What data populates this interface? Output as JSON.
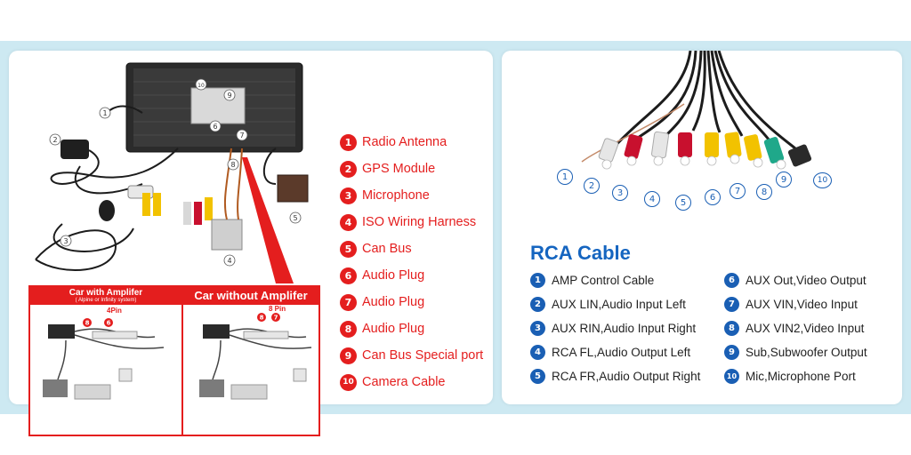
{
  "colors": {
    "accent_red": "#e41e1e",
    "accent_blue": "#1a5fb4",
    "title_blue": "#1565c0",
    "band": "#cde9f2"
  },
  "harness_legend": [
    {
      "num": "1",
      "label": "Radio Antenna"
    },
    {
      "num": "2",
      "label": "GPS Module"
    },
    {
      "num": "3",
      "label": "Microphone"
    },
    {
      "num": "4",
      "label": "ISO Wiring Harness"
    },
    {
      "num": "5",
      "label": "Can Bus"
    },
    {
      "num": "6",
      "label": "Audio Plug"
    },
    {
      "num": "7",
      "label": "Audio Plug"
    },
    {
      "num": "8",
      "label": "Audio Plug"
    },
    {
      "num": "9",
      "label": "Can Bus Special port"
    },
    {
      "num": "10",
      "label": "Camera Cable"
    }
  ],
  "photo_callouts": [
    "1",
    "2",
    "3",
    "4",
    "5",
    "6",
    "7",
    "8",
    "9",
    "10"
  ],
  "amplifier": {
    "with_title": "Car with Amplifer",
    "with_subtitle": "( Alpine or Infinity system)",
    "with_pins": "4Pin",
    "with_marks": [
      "8",
      "6"
    ],
    "without_title": "Car without Amplifer",
    "without_pins": "8 Pin",
    "without_marks": [
      "8",
      "7"
    ]
  },
  "rca": {
    "title": "RCA Cable",
    "items_left": [
      {
        "num": "1",
        "label": "AMP Control Cable"
      },
      {
        "num": "2",
        "label": "AUX LIN,Audio Input Left"
      },
      {
        "num": "3",
        "label": "AUX RIN,Audio Input Right"
      },
      {
        "num": "4",
        "label": "RCA FL,Audio Output Left"
      },
      {
        "num": "5",
        "label": "RCA FR,Audio Output Right"
      }
    ],
    "items_right": [
      {
        "num": "6",
        "label": "AUX Out,Video Output"
      },
      {
        "num": "7",
        "label": "AUX VIN,Video Input"
      },
      {
        "num": "8",
        "label": "AUX VIN2,Video Input"
      },
      {
        "num": "9",
        "label": "Sub,Subwoofer Output"
      },
      {
        "num": "10",
        "label": "Mic,Microphone Port"
      }
    ],
    "connector_callouts": [
      "1",
      "2",
      "3",
      "4",
      "5",
      "6",
      "7",
      "8",
      "9",
      "10"
    ]
  }
}
